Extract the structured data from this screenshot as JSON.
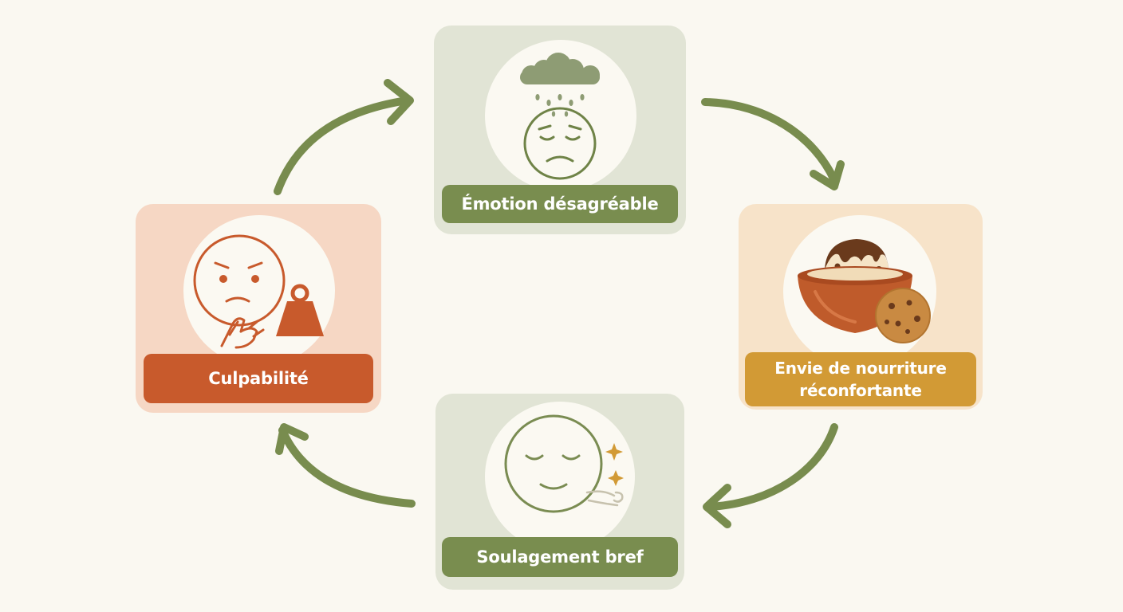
{
  "colors": {
    "background": "#faf8f1",
    "arrow": "#788c4e",
    "green_card": "#e1e4d5",
    "green_label": "#798d4f",
    "orange_card": "#f7e3c9",
    "orange_label": "#d29a35",
    "red_card": "#f6d7c4",
    "red_label": "#c85a2c"
  },
  "cycle": {
    "steps": [
      {
        "id": "emotion",
        "label_lines": [
          "Émotion désagréable"
        ],
        "icon": "sad-face-rain-cloud-icon"
      },
      {
        "id": "craving",
        "label_lines": [
          "Envie de nourriture",
          "réconfortante"
        ],
        "icon": "ice-cream-bowl-cookie-icon"
      },
      {
        "id": "relief",
        "label_lines": [
          "Soulagement bref"
        ],
        "icon": "relieved-face-icon"
      },
      {
        "id": "guilt",
        "label_lines": [
          "Culpabilité"
        ],
        "icon": "worried-face-weight-icon"
      }
    ]
  }
}
